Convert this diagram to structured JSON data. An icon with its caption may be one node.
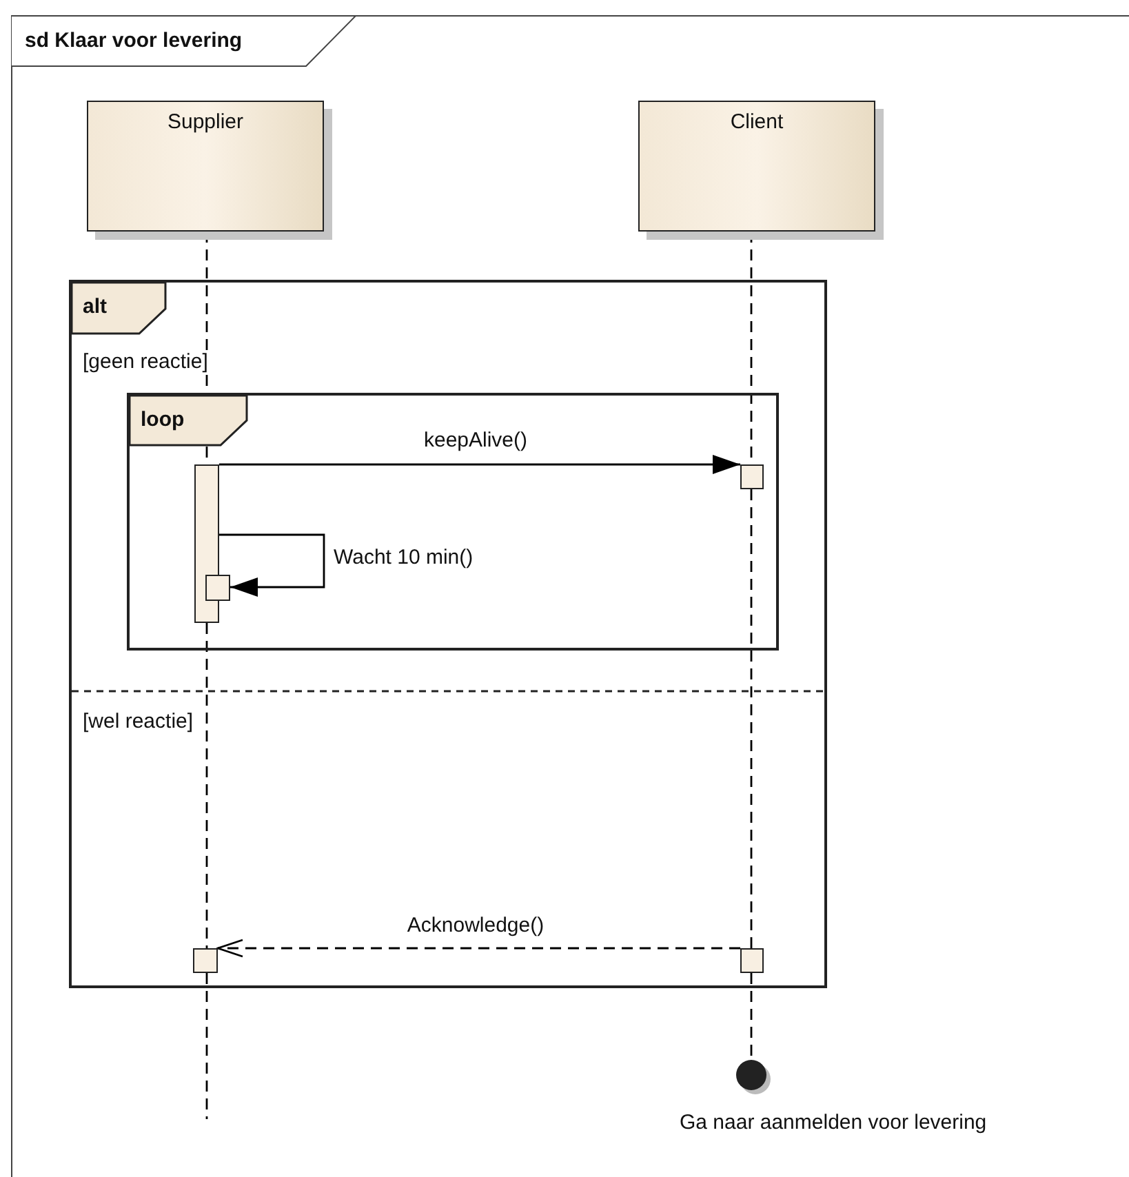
{
  "diagram": {
    "nodes": [
      {
        "text": [
          "sd Klaar voor levering"
        ]
      },
      {
        "text": [
          "Supplier"
        ],
        "in": 0
      },
      {
        "text": [
          "Client"
        ],
        "in": 0
      },
      {
        "text": [
          "alt",
          "[geen reactie]",
          "[wel reactie]"
        ],
        "in": 0
      },
      {
        "text": [
          "loop"
        ],
        "in": 3
      },
      {
        "text": [],
        "shape": "bar",
        "in": 4
      },
      {
        "text": [],
        "shape": "box",
        "in": 4
      },
      {
        "text": [],
        "shape": "box",
        "in": 4
      },
      {
        "text": [],
        "shape": "box",
        "in": 3
      },
      {
        "text": [],
        "shape": "box",
        "in": 3
      },
      {
        "text": [],
        "shape": "circle",
        "in": 0,
        "beside": [
          "Ga naar aanmelden voor levering"
        ]
      }
    ],
    "edges": [
      {
        "from": 1,
        "to": null,
        "arrow": "none",
        "style": "dashed"
      },
      {
        "from": 2,
        "to": 6,
        "arrow": "none",
        "style": "dashed"
      },
      {
        "from": 6,
        "to": 9,
        "arrow": "none",
        "style": "dashed"
      },
      {
        "from": 9,
        "to": 10,
        "arrow": "none",
        "style": "dashed"
      },
      {
        "from": 5,
        "to": 6,
        "label": "keepAlive()",
        "arrow": "to"
      },
      {
        "from": 5,
        "to": 7,
        "label": "Wacht 10 min()",
        "arrow": "to"
      },
      {
        "from": 9,
        "to": 8,
        "label": "Acknowledge()",
        "arrow": "to",
        "style": "dashed"
      }
    ]
  }
}
